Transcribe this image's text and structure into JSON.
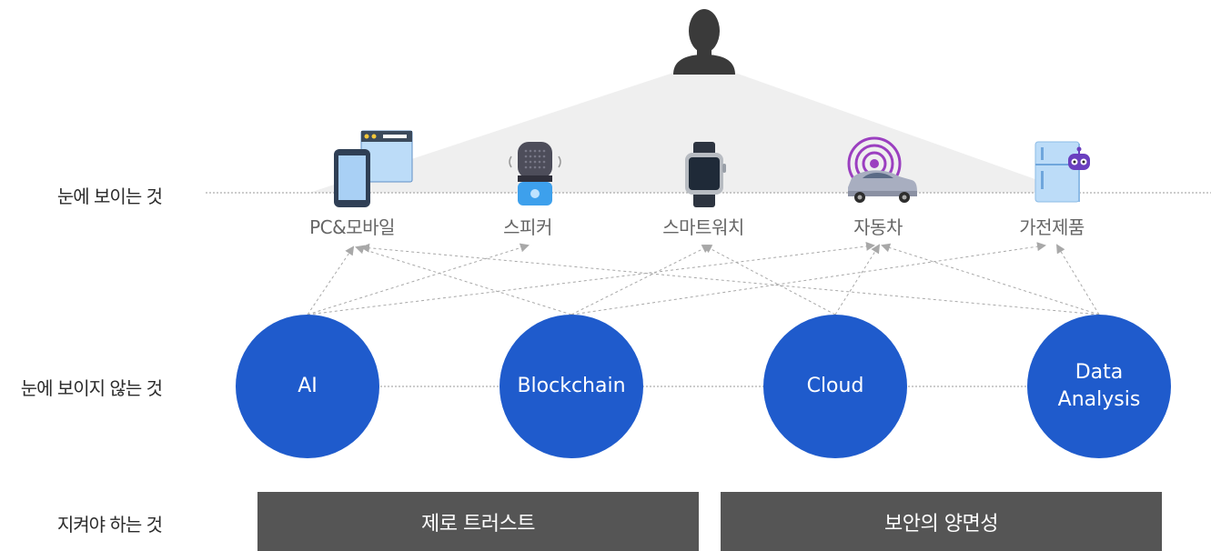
{
  "rows": {
    "visible": "눈에 보이는 것",
    "invisible": "눈에 보이지 않는 것",
    "protect": "지켜야 하는 것"
  },
  "devices": [
    {
      "label": "PC&모바일",
      "icon": "pc-mobile-icon"
    },
    {
      "label": "스피커",
      "icon": "speaker-icon"
    },
    {
      "label": "스마트워치",
      "icon": "smartwatch-icon"
    },
    {
      "label": "자동차",
      "icon": "car-icon"
    },
    {
      "label": "가전제품",
      "icon": "refrigerator-icon"
    }
  ],
  "technologies": [
    {
      "label": "AI"
    },
    {
      "label": "Blockchain"
    },
    {
      "label": "Cloud"
    },
    {
      "label": "Data\nAnalysis"
    }
  ],
  "bars": {
    "left": "제로 트러스트",
    "right": "보안의 양면성"
  },
  "colors": {
    "tech_circle": "#1f5bcc",
    "bar": "#555555",
    "person": "#3a3a3a",
    "arrow": "#aaaaaa"
  }
}
